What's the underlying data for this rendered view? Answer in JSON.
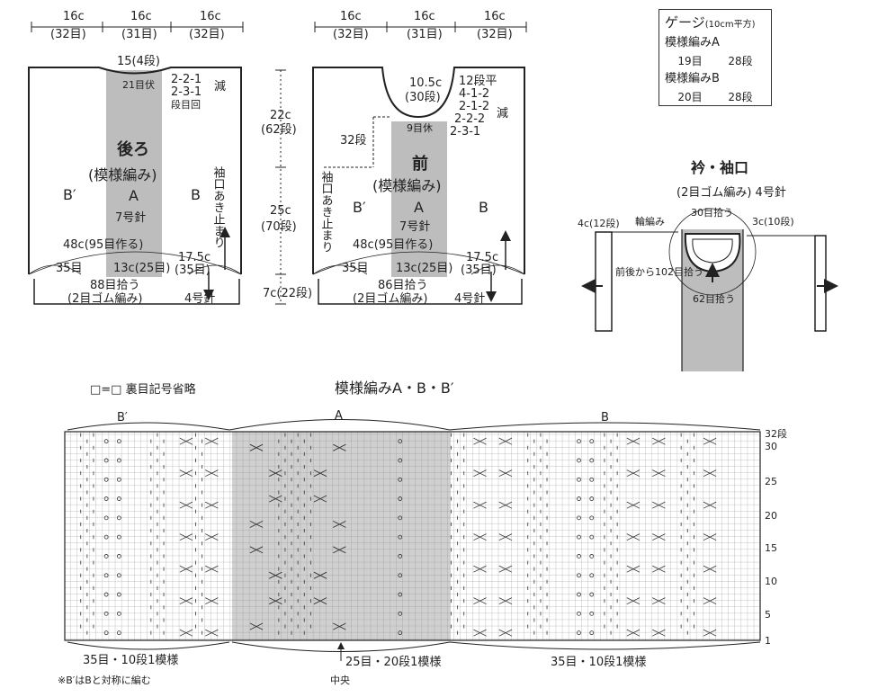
{
  "back": {
    "top_widths": [
      "16c",
      "16c",
      "16c"
    ],
    "top_counts": [
      "(32目)",
      "(31目)",
      "(32目)"
    ],
    "neck": "15(4段)",
    "neck_bind": "21目伏",
    "dec1": "2-2-1",
    "dec2": "2-3-1",
    "dec_label": "減",
    "dec_note": "段目回",
    "title": "後ろ",
    "pattern": "(模様編み)",
    "panel_a": "A",
    "needle": "7号針",
    "panel_b1": "B′",
    "panel_b2": "B",
    "armhole_note": "袖口あき止まり",
    "width": "48c(95目作る)",
    "edge_right": "17.5c",
    "edge_right_count": "(35目)",
    "edge_left_count": "35目",
    "center_count": "13c(25目)",
    "pickup": "88目拾う",
    "rib": "(2目ゴム編み)",
    "rib_needle": "4号針"
  },
  "side": {
    "upper": "22c",
    "upper_rows": "(62段)",
    "middle": "25c",
    "middle_rows": "(70段)",
    "lower": "7c(22段)"
  },
  "front": {
    "top_widths": [
      "16c",
      "16c",
      "16c"
    ],
    "top_counts": [
      "(32目)",
      "(31目)",
      "(32目)"
    ],
    "neck_depth": "10.5c",
    "neck_rows": "(30段)",
    "flat": "12段平",
    "dec1": "4-1-2",
    "dec2": "2-1-2",
    "dec3": "2-2-2",
    "dec4": "2-3-1",
    "dec_label": "減",
    "neck_bind": "9目休",
    "rows32": "32段",
    "title": "前",
    "pattern": "(模様編み)",
    "panel_a": "A",
    "needle": "7号針",
    "panel_b1": "B′",
    "panel_b2": "B",
    "armhole_note": "袖口あき止まり",
    "width": "48c(95目作る)",
    "edge_right": "17.5c",
    "edge_right_count": "(35目)",
    "edge_left_count": "35目",
    "center_count": "13c(25目)",
    "pickup": "86目拾う",
    "rib": "(2目ゴム編み)",
    "rib_needle": "4号針"
  },
  "gauge": {
    "title": "ゲージ",
    "unit": "(10cm平方)",
    "a_label": "模様編みA",
    "a_stitches": "19目",
    "a_rows": "28段",
    "b_label": "模様編みB",
    "b_stitches": "20目",
    "b_rows": "28段"
  },
  "collar": {
    "title": "衿・袖口",
    "subtitle": "(2目ゴム編み) 4号針",
    "left_width": "4c(12段)",
    "round_knit": "輪編み",
    "pickup_top": "30目拾う",
    "right_width": "3c(10段)",
    "sleeve_pickup": "前後から102目拾う",
    "front_pickup": "62目拾う"
  },
  "chart": {
    "legend": "□=□ 裏目記号省略",
    "title": "模様編みA・B・B′",
    "label_b_prime": "B′",
    "label_a": "A",
    "label_b": "B",
    "row_labels": [
      "32段",
      "30",
      "25",
      "20",
      "15",
      "10",
      "5",
      "1"
    ],
    "repeat_left": "35目・10段1模様",
    "repeat_center": "25目・20段1模様",
    "repeat_right": "35目・10段1模様",
    "center": "中央",
    "note": "※B′はBと対称に編む"
  }
}
